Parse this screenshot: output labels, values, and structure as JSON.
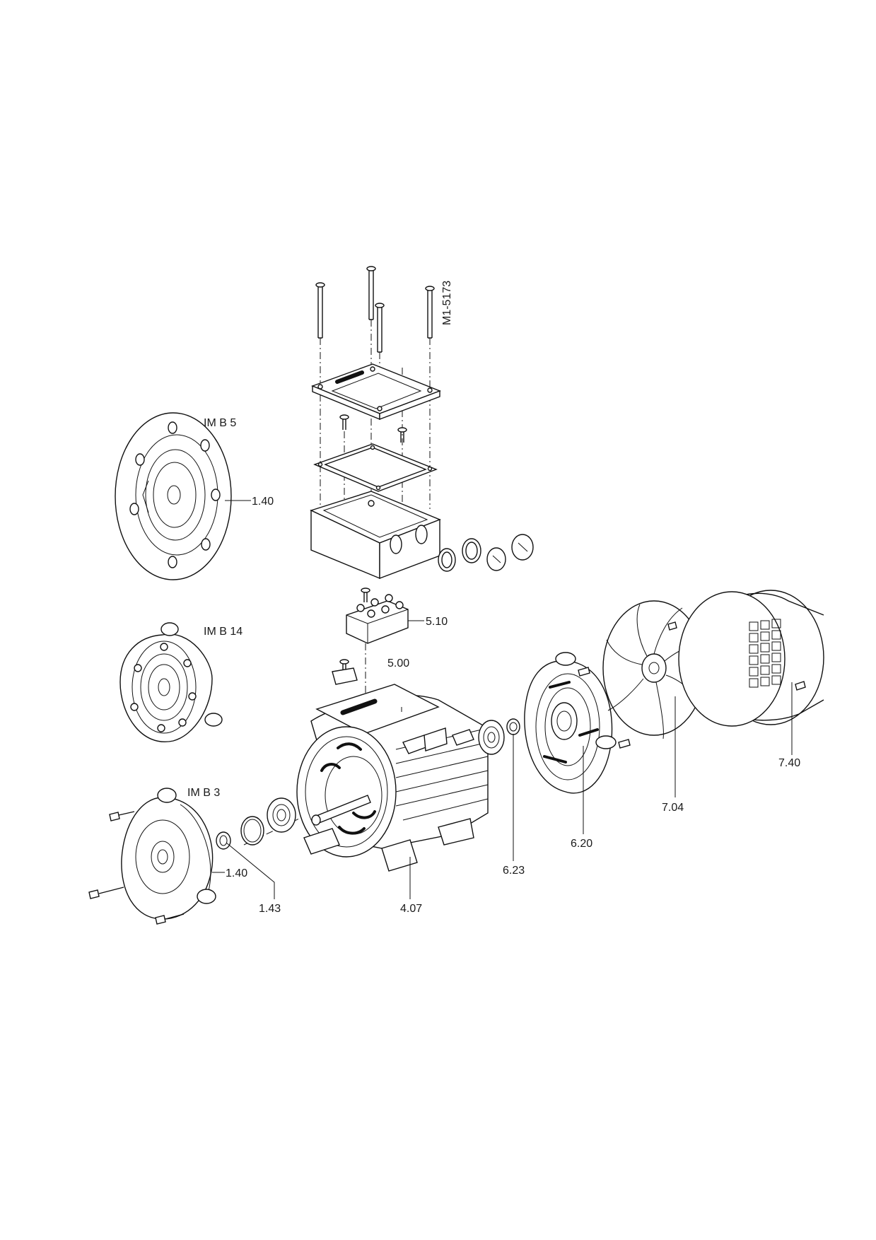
{
  "drawing_code": "M1-5173",
  "mount_labels": {
    "b5": "IM B 5",
    "b14": "IM B 14",
    "b3": "IM B 3"
  },
  "part_labels": {
    "flange_b5": "1.40",
    "terminal_block": "5.10",
    "terminal_box": "5.00",
    "fan_cover": "7.40",
    "fan": "7.04",
    "endshield_nde": "6.20",
    "wave_washer": "6.23",
    "frame": "4.07",
    "seal_ring": "1.43",
    "endshield_de": "1.40"
  }
}
